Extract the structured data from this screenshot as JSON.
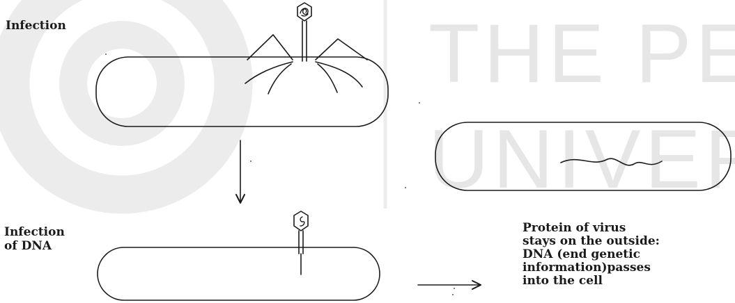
{
  "watermark": {
    "line1": "THE PEO",
    "line2": "UNIVER",
    "color": "#e6e6e6"
  },
  "labels": {
    "infection": "Infection",
    "infection_dna_line1": "Infection",
    "infection_dna_line2": "of DNA",
    "result_lines": [
      "Protein of virus",
      "stays on the outside:",
      "DNA (end genetic",
      "information)passes",
      "into the cell"
    ]
  },
  "colors": {
    "ink": "#1a1a1a",
    "background": "#ffffff"
  }
}
